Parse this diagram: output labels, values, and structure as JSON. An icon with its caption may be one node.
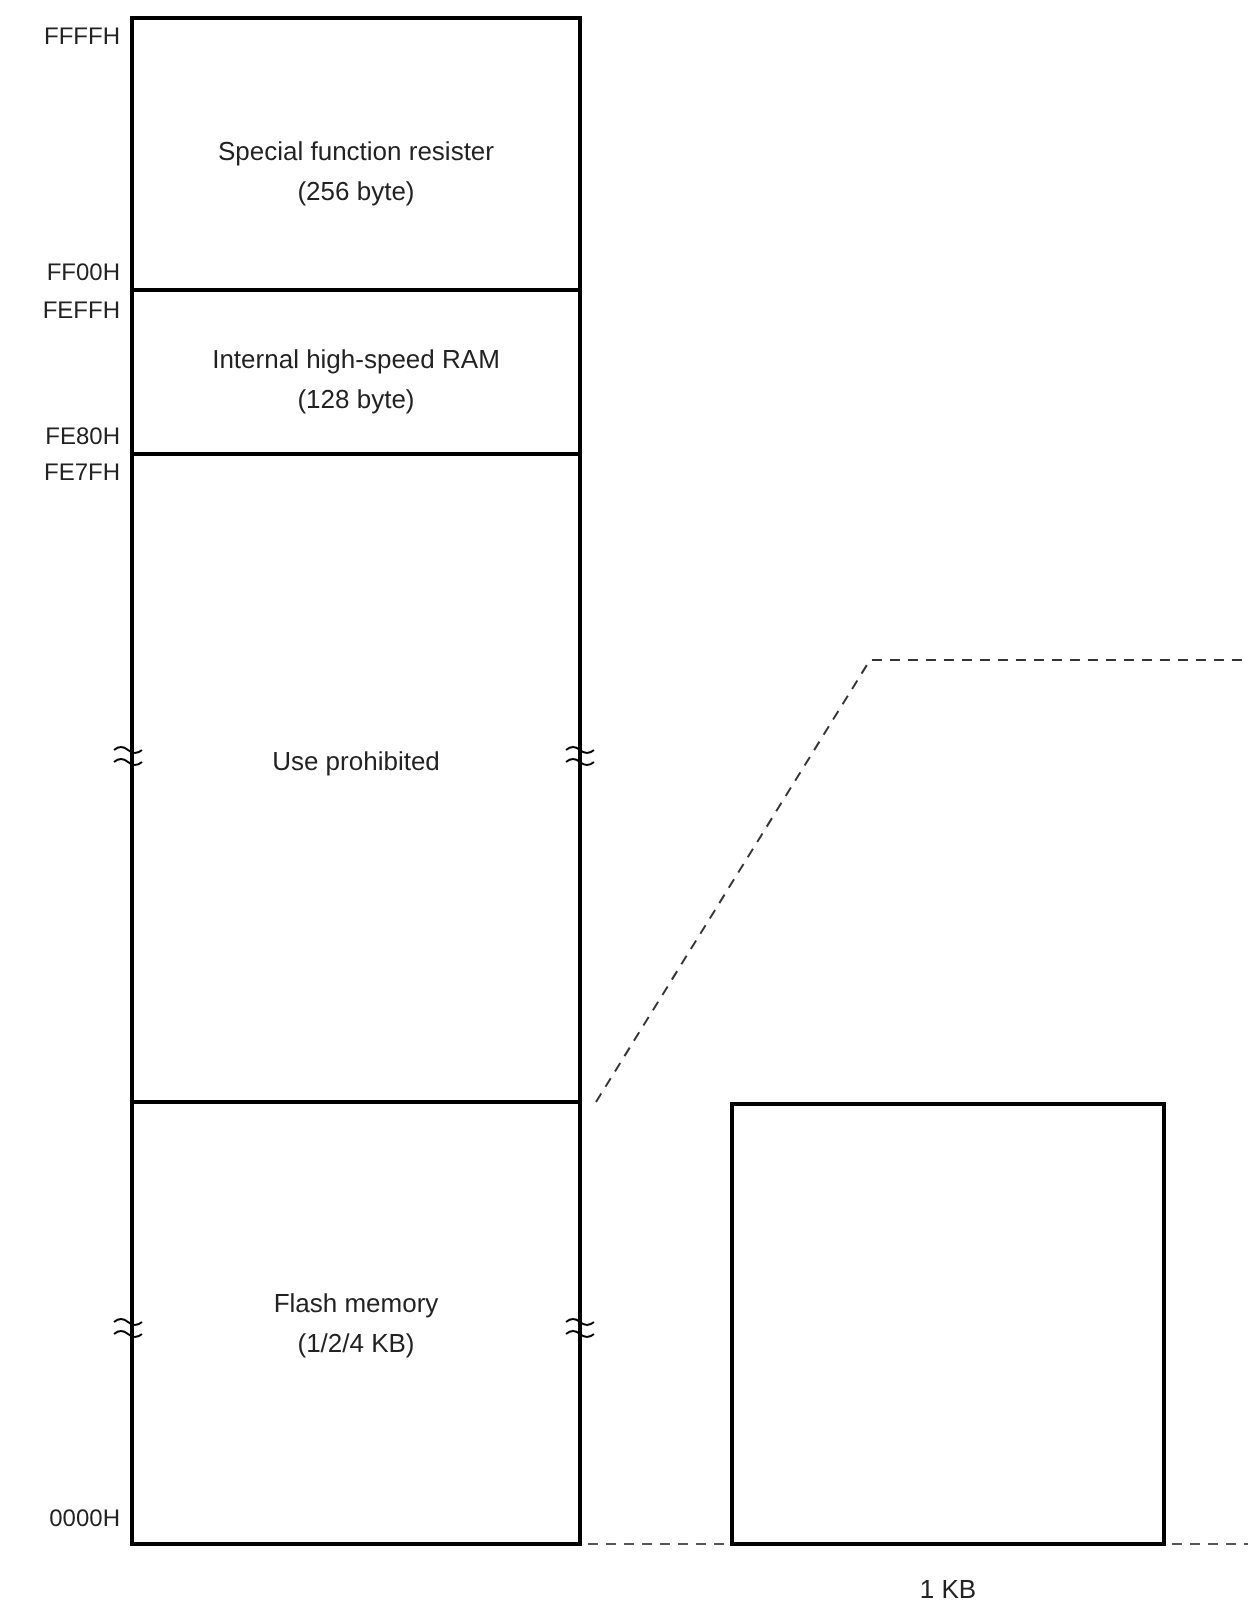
{
  "diagram": {
    "nodes": [
      {
        "text": [
          "Special function resister",
          "(256 byte)"
        ]
      },
      {
        "text": [
          "Internal high-speed RAM",
          "(128 byte)"
        ]
      },
      {
        "text": [
          "Use prohibited"
        ]
      },
      {
        "text": [
          "Flash memory",
          "(1/2/4 KB)"
        ]
      },
      {
        "text": [],
        "shape": "box",
        "beside": [
          "1 KB"
        ]
      }
    ],
    "edges": [],
    "labels": [
      "FFFFH",
      "FF00H",
      "FEFFH",
      "FE80H",
      "FE7FH",
      "0000H"
    ]
  }
}
